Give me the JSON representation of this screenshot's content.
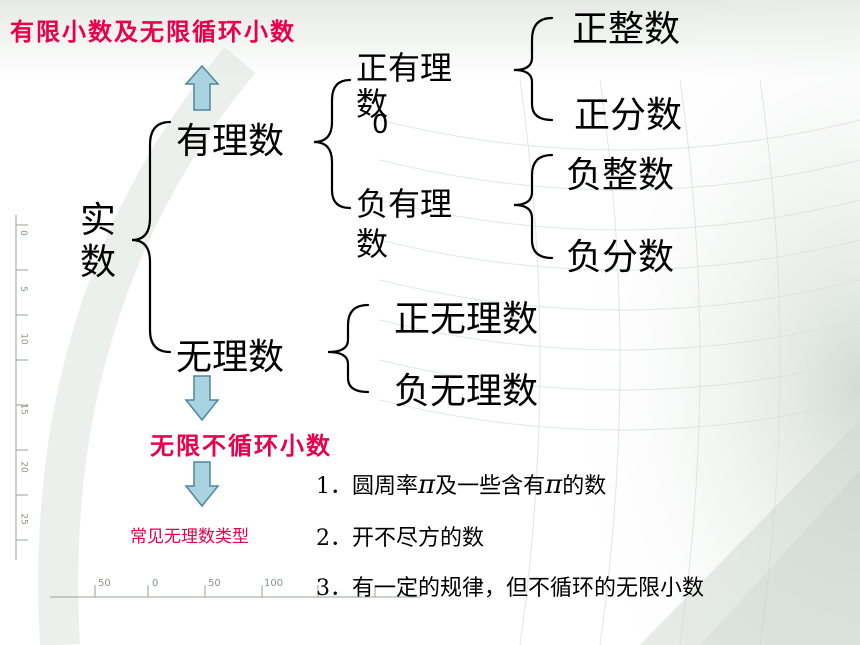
{
  "title": "有限小数及无限循环小数",
  "root": "实数",
  "rational": {
    "label": "有理数",
    "positive": {
      "label": "正有理数",
      "children": [
        "正整数",
        "正分数"
      ]
    },
    "zero": "0",
    "negative": {
      "label": "负有理数",
      "children": [
        "负整数",
        "负分数"
      ]
    }
  },
  "irrational": {
    "label": "无理数",
    "children": [
      "正无理数",
      "负无理数"
    ],
    "definition": "无限不循环小数",
    "types_label": "常见无理数类型",
    "types": {
      "item1_prefix": "1．圆周率",
      "pi": "π",
      "item1_mid": "及一些含有",
      "item1_suffix": "的数",
      "item2": "2．开不尽方的数",
      "item3": "3．有一定的规律，但不循环的无限小数"
    }
  },
  "ruler": {
    "h_ticks": [
      "50",
      "0",
      "50",
      "100"
    ],
    "v_ticks": [
      "0",
      "5",
      "10",
      "15",
      "20",
      "25"
    ]
  },
  "colors": {
    "accent": "#e8004c",
    "arrow_fill": "#a9d3e0",
    "arrow_stroke": "#4e86a0",
    "background_tint": "#e6ece8"
  }
}
